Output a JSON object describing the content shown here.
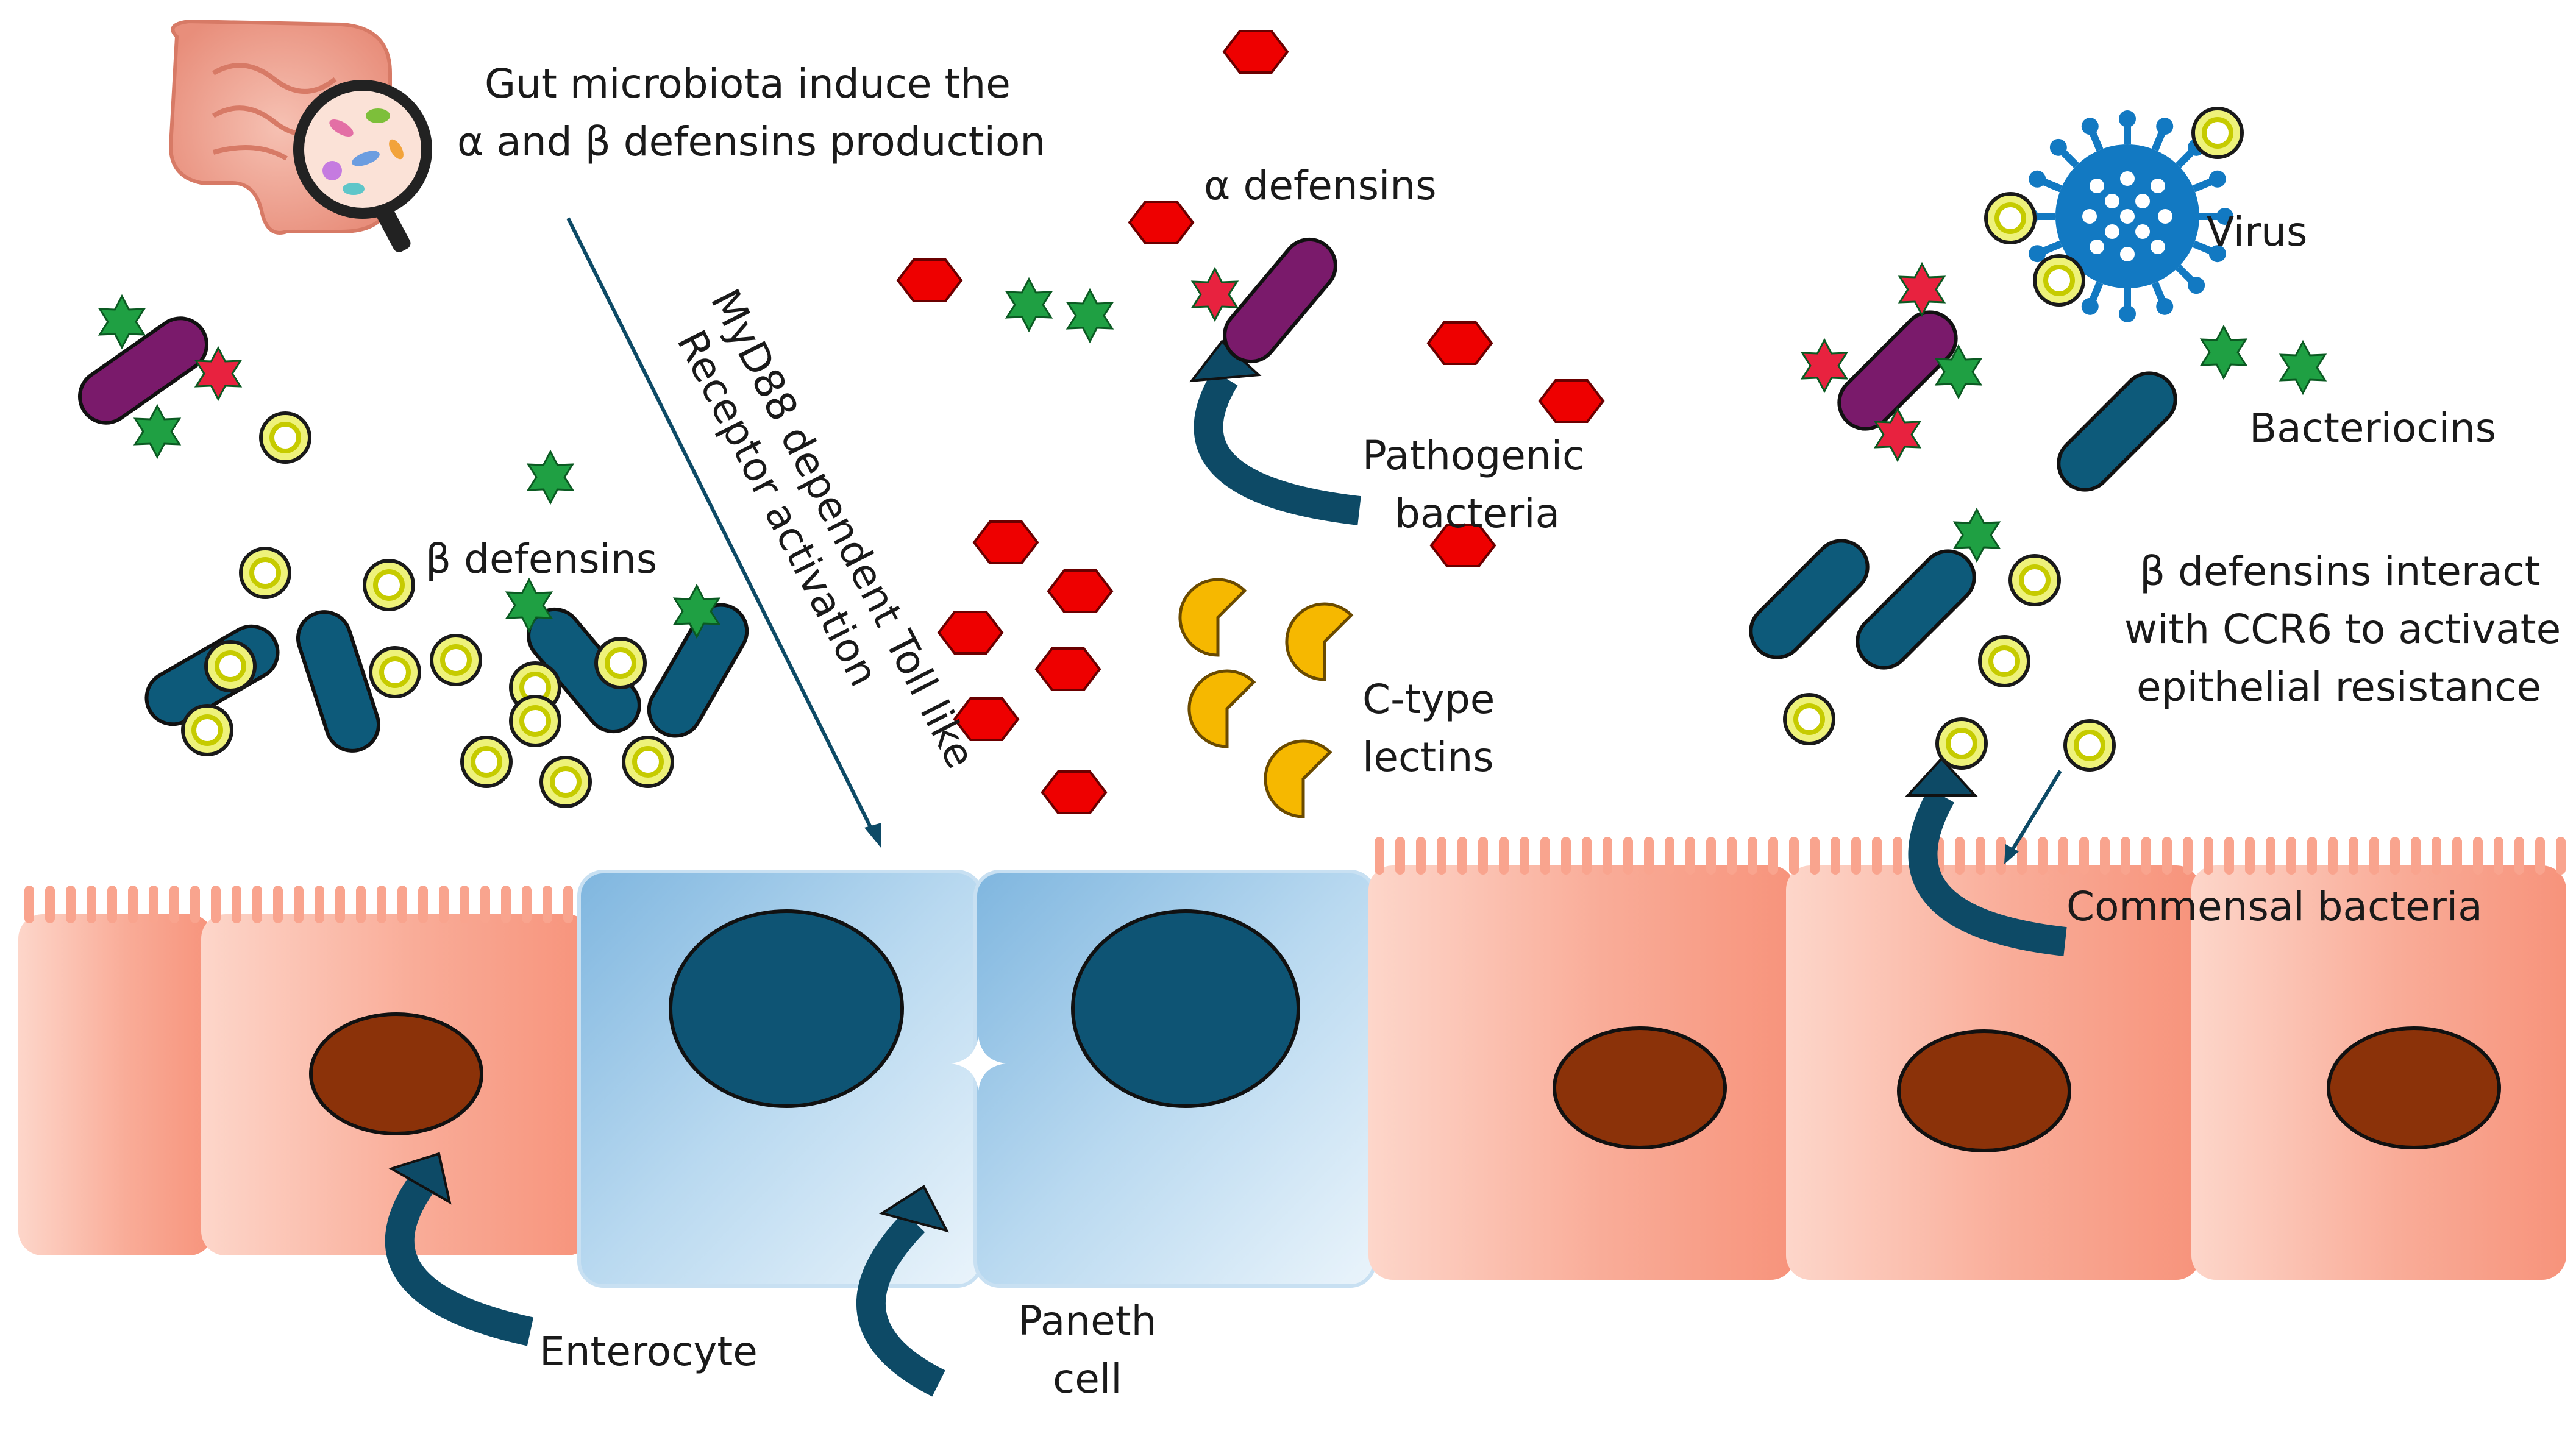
{
  "labels": {
    "gut_line1": "Gut microbiota induce the",
    "gut_line2": "α and β defensins production",
    "alpha_defensins": "α defensins",
    "beta_defensins_left": "β defensins",
    "myd88_line1": "MyD88 dependent Toll like",
    "myd88_line2": "Receptor activation",
    "pathogenic_line1": "Pathogenic",
    "pathogenic_line2": "bacteria",
    "ctype_line1": "C-type",
    "ctype_line2": "lectins",
    "virus": "Virus",
    "bacteriocins": "Bacteriocins",
    "ccr6_line1": "β defensins interact",
    "ccr6_line2": "with CCR6 to activate",
    "ccr6_line3": "epithelial  resistance",
    "commensal": "Commensal bacteria",
    "enterocyte": "Enterocyte",
    "paneth_line1": "Paneth",
    "paneth_line2": "cell"
  },
  "colors": {
    "enterocyte_fill": "#f9a48e",
    "enterocyte_light": "#fde3da",
    "enterocyte_nucleus": "#8b3209",
    "paneth_fill": "#9fc8e8",
    "paneth_light": "#e6f2fb",
    "paneth_nucleus": "#0e5474",
    "alpha_defensin": "#ee0000",
    "beta_defensin_ring": "#d9de00",
    "bacteriocin": "#1fa043",
    "pathogen": "#7a1a6b",
    "commensal": "#0d5a7a",
    "lectin": "#f6b800",
    "arrow": "#0d4a66",
    "virus": "#1279c2",
    "red_star": "#e8223f"
  }
}
